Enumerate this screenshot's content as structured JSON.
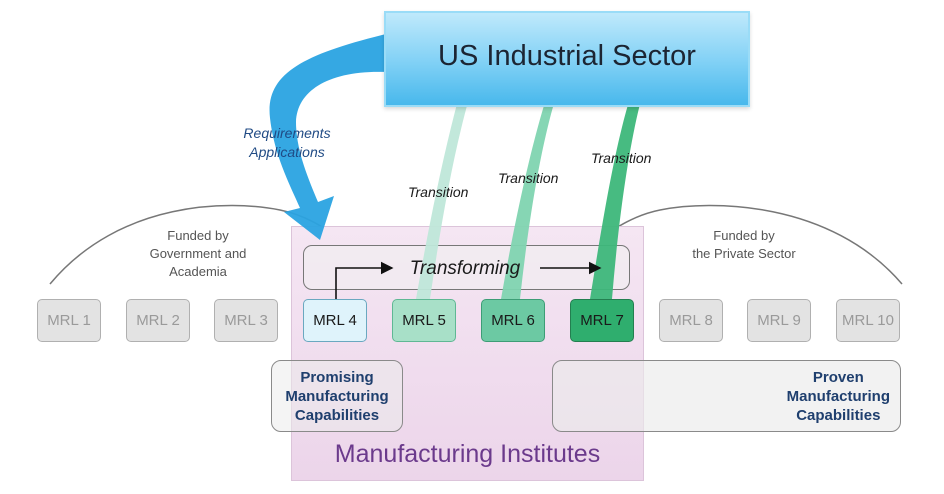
{
  "us_sector": {
    "label": "US Industrial Sector"
  },
  "requirements": {
    "label": "Requirements\nApplications"
  },
  "transitions": [
    {
      "label": "Transition"
    },
    {
      "label": "Transition"
    },
    {
      "label": "Transition"
    }
  ],
  "transforming": {
    "label": "Transforming"
  },
  "funded_left": {
    "label": "Funded by\nGovernment and\nAcademia"
  },
  "funded_right": {
    "label": "Funded by\nthe Private Sector"
  },
  "mrl": [
    {
      "label": "MRL 1",
      "color": "#e3e3e3"
    },
    {
      "label": "MRL 2",
      "color": "#e3e3e3"
    },
    {
      "label": "MRL 3",
      "color": "#e3e3e3"
    },
    {
      "label": "MRL 4",
      "color": "#dff3fb"
    },
    {
      "label": "MRL 5",
      "color": "#a8e0c8"
    },
    {
      "label": "MRL 6",
      "color": "#6cc9a3"
    },
    {
      "label": "MRL 7",
      "color": "#2fae6e"
    },
    {
      "label": "MRL 8",
      "color": "#e3e3e3"
    },
    {
      "label": "MRL 9",
      "color": "#e3e3e3"
    },
    {
      "label": "MRL 10",
      "color": "#e3e3e3"
    }
  ],
  "promising": {
    "label": "Promising\nManufacturing\nCapabilities"
  },
  "proven": {
    "label": "Proven\nManufacturing\nCapabilities"
  },
  "institutes": {
    "label": "Manufacturing Institutes"
  },
  "colors": {
    "requirements_arrow": "#2aa3e2",
    "transition_light": "#bfe7d9",
    "transition_mid": "#7fd4b0",
    "transition_dark": "#3db77a",
    "institutes_fill": "#f1e0ef"
  }
}
